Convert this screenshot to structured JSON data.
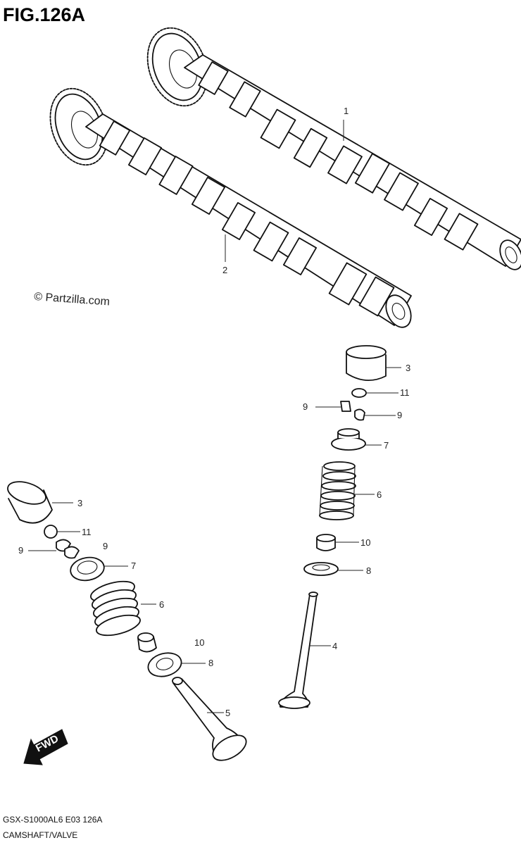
{
  "figure": {
    "title": "FIG.126A",
    "watermark": "© Partzilla.com",
    "footer_code": "GSX-S1000AL6  E03  126A",
    "footer_title": "CAMSHAFT/VALVE",
    "fwd_label": "FWD"
  },
  "callouts": {
    "c1": "1",
    "c2": "2",
    "c3a": "3",
    "c3b": "3",
    "c11a": "11",
    "c11b": "11",
    "c9a": "9",
    "c9b": "9",
    "c9c": "9",
    "c9d": "9",
    "c7a": "7",
    "c7b": "7",
    "c6a": "6",
    "c6b": "6",
    "c10a": "10",
    "c10b": "10",
    "c8a": "8",
    "c8b": "8",
    "c4": "4",
    "c5": "5"
  },
  "icons": {
    "fwd_arrow": "fwd-arrow-icon"
  }
}
